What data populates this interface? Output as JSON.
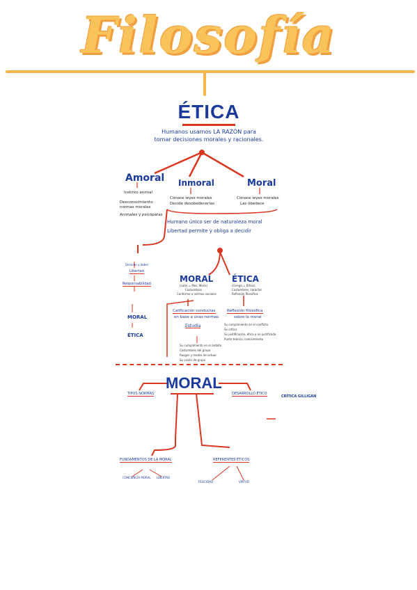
{
  "title": "Filosofía",
  "etica": {
    "heading": "ÉTICA",
    "intro_line1": "Humanos usamos LA RAZÓN para",
    "intro_line2": "tomar decisiones morales y racionales.",
    "amoral": {
      "label": "Amoral",
      "line1": "Instinto animal",
      "line2": "Desconocimiento",
      "line3": "normas morales",
      "line4": "Animales y psicópatas"
    },
    "inmoral": {
      "label": "Inmoral",
      "line1": "Conoce leyes morales",
      "line2": "Decide desobedecerlas"
    },
    "moral": {
      "label": "Moral",
      "line1": "Conoce leyes morales",
      "line2": "Las obedece"
    },
    "banner_line1": "Humano único ser de naturaleza moral",
    "banner_line2": "Libertad permite y obliga a decidir"
  },
  "mid": {
    "left": {
      "item1": "Derecho y deber",
      "item2": "Libertad",
      "item3": "Responsabilidad",
      "moral": "MORAL",
      "etica": "ÉTICA"
    },
    "moral_label": "MORAL",
    "etica_label": "ÉTICA",
    "moral_sub1": "(Latín = Mos, Moris)",
    "moral_sub2": "Costumbres",
    "moral_sub3": "Conforme a normas sociales",
    "etica_sub1": "(Griego = Ethos)",
    "etica_sub2": "Costumbres, carácter",
    "etica_sub3": "Reflexión filosófica",
    "moral_branch_title1": "Calificación conductas",
    "moral_branch_title2": "en base a unas normas",
    "estudia": "Estudia",
    "moral_list": [
      "Su cumplimiento en el ámbito",
      "Costumbres del grupo",
      "Rasgos y modos de actuar",
      "Su visión de grupo"
    ],
    "etica_branch_title1": "Reflexión filosófica",
    "etica_branch_title2": "sobre la moral",
    "etica_list": [
      "Su cumplimiento en el conflicto",
      "Su crítica",
      "Su justificación, ética o no justificada",
      "Punto teórico, conocimiento"
    ]
  },
  "moral": {
    "heading": "MORAL",
    "tipos_normas": "TIPOS NORMAS",
    "desarrollo_etico": "DESARROLLO ÉTICO",
    "critica_gilligan": "CRÍTICA GILLIGAN",
    "fundamentos": "FUNDAMENTOS DE LA MORAL",
    "referentes": "REFERENTES ÉTICOS",
    "conciencia": "CONCIENCIA MORAL",
    "libertad": "LIBERTAD",
    "felicidad": "FELICIDAD",
    "virtud": "VIRTUD"
  }
}
